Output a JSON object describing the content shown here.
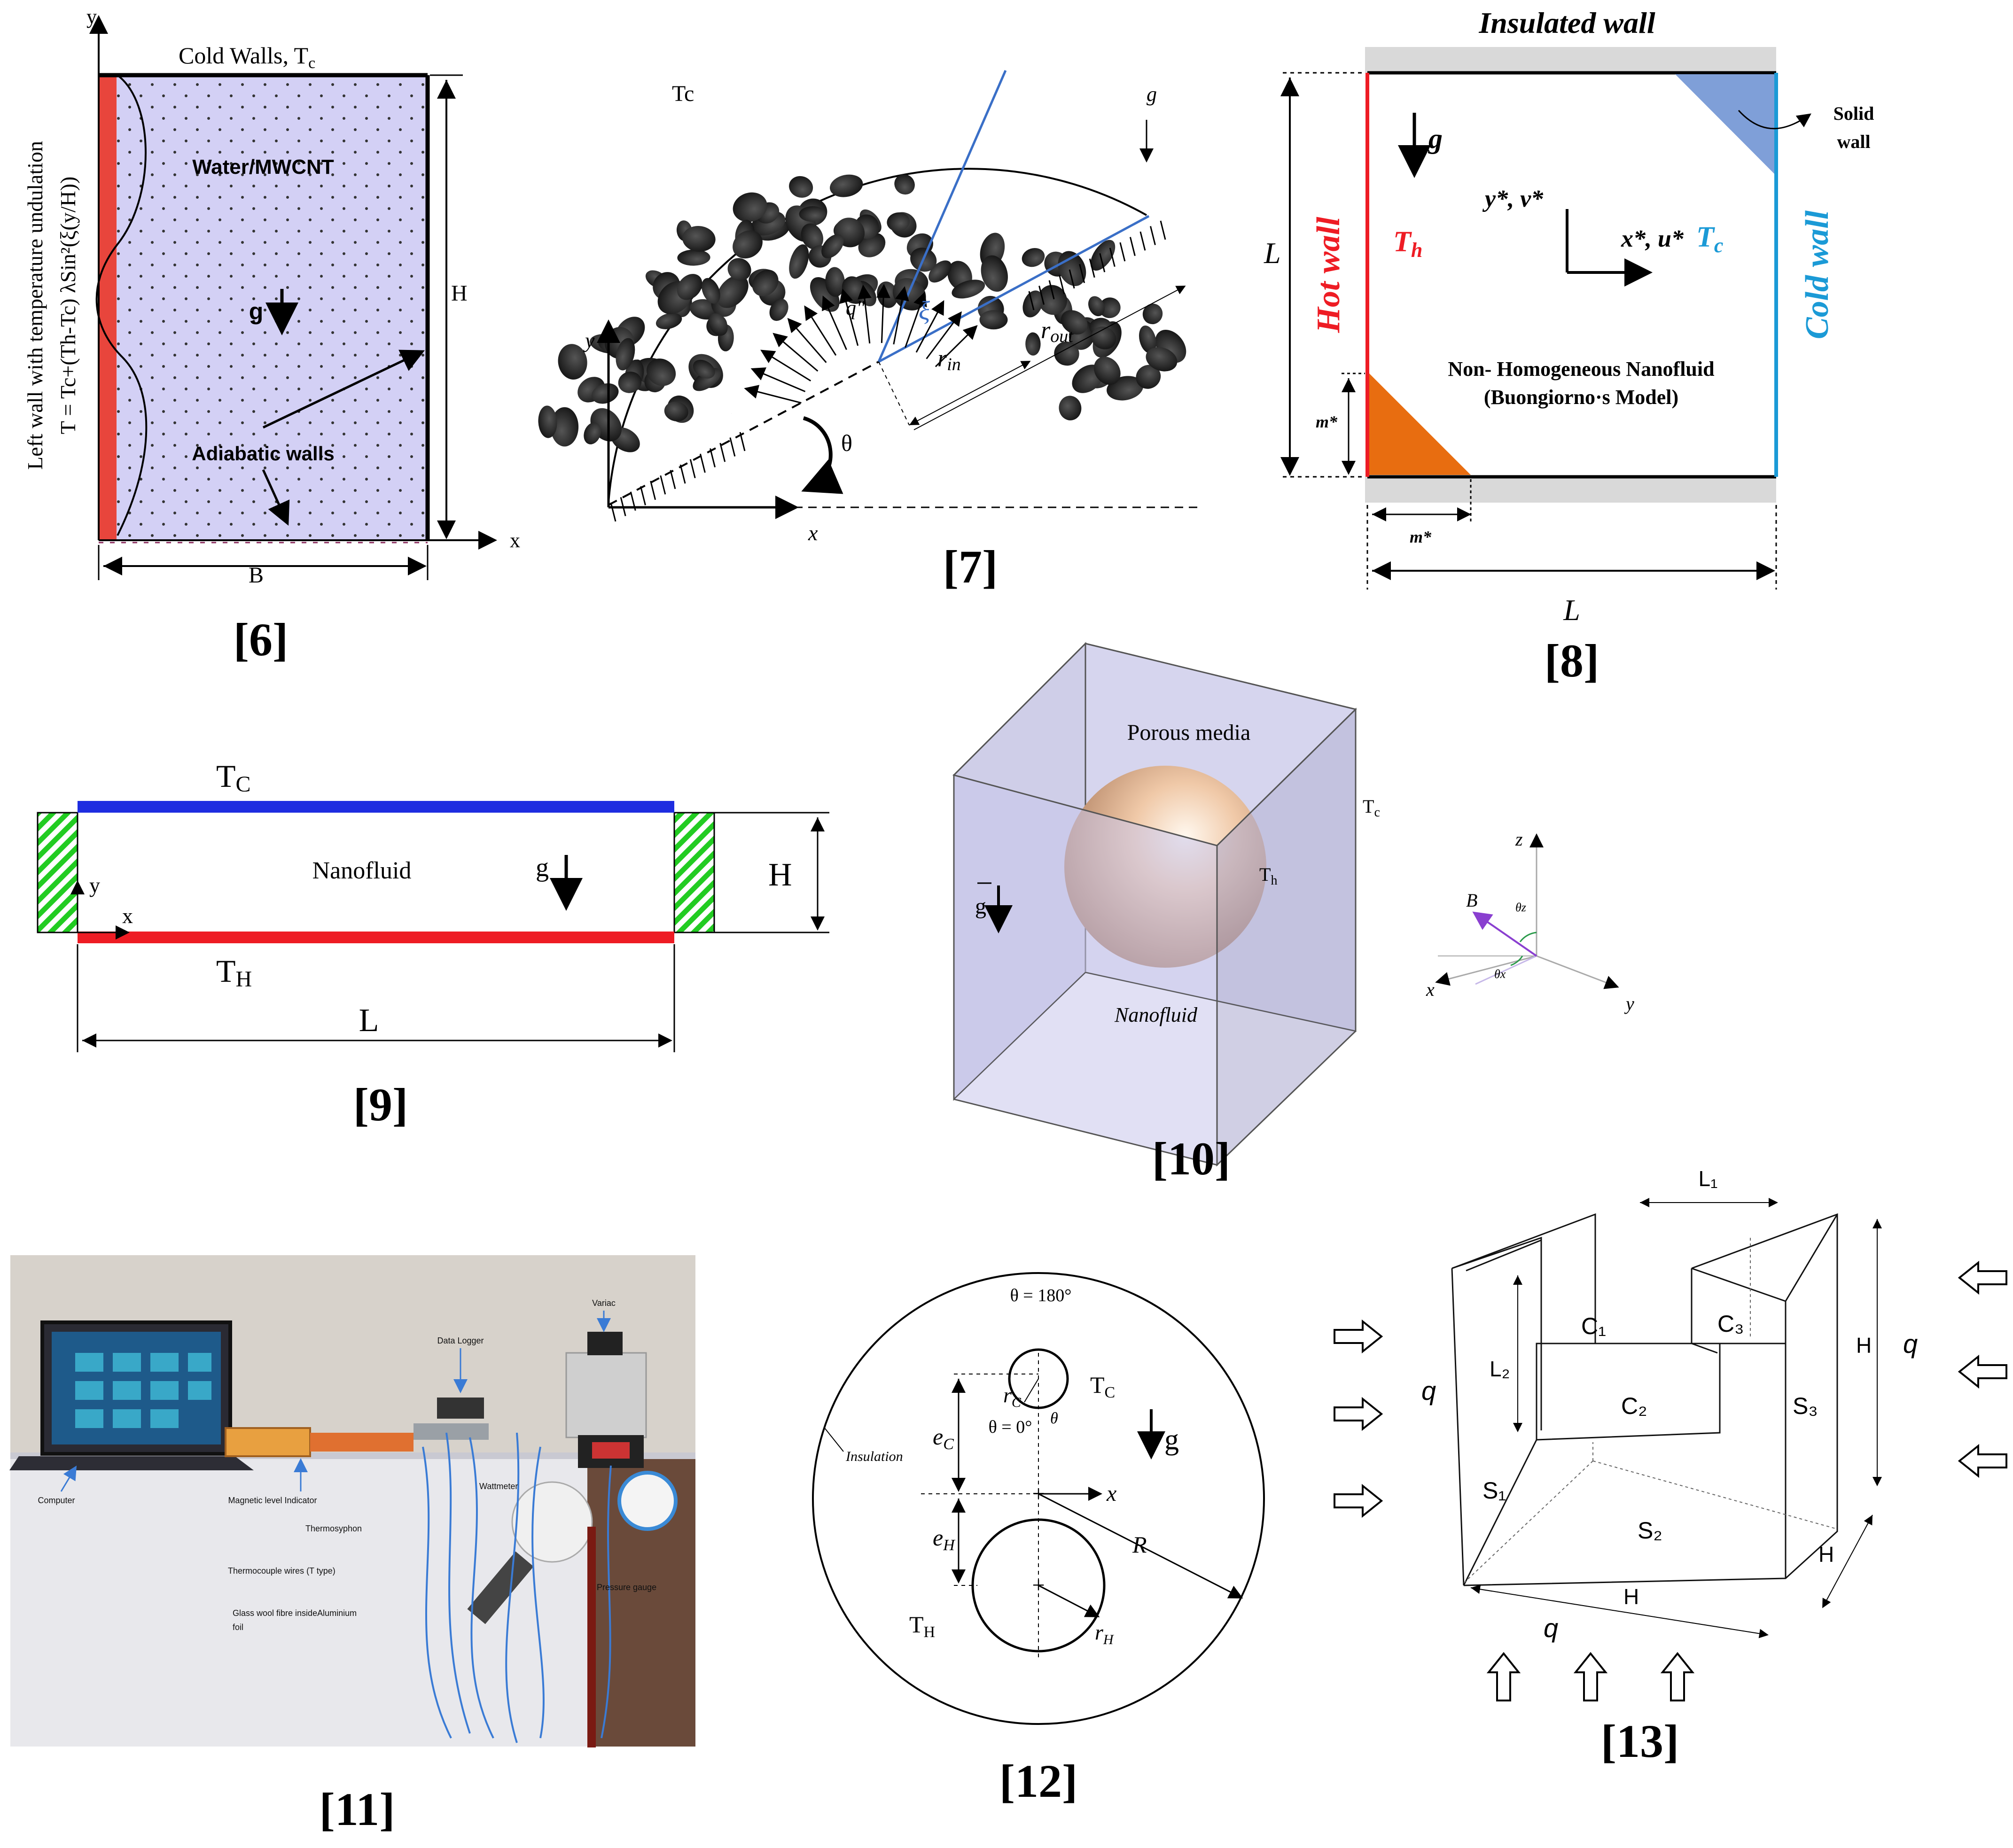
{
  "colors": {
    "hot": "#ee1c24",
    "cold": "#1b9ad6",
    "cold_blue": "#1e2de0",
    "cavity_fill": "#d3d0f5",
    "cube_fill": "#d6d5ee",
    "hatch_green": "#22cc22",
    "orange": "#e86d10",
    "solid_blue": "#7f9fd8"
  },
  "panel6": {
    "caption": "[6]",
    "top_label": "Cold Walls, T",
    "top_label_sub": "c",
    "fluid": "Water/MWCNT",
    "adiabatic": "Adiabatic walls",
    "gravity": "g",
    "height": "H",
    "width": "B",
    "axis_x": "x",
    "axis_y": "y",
    "side_line1": "Left wall with temperature undulation",
    "side_line2": "T = Tc+(Th-Tc) λSin²(ξ(y/H))"
  },
  "panel7": {
    "caption": "[7]",
    "tc": "Tc",
    "g": "g",
    "q": "q\"",
    "xi": "ξ",
    "rin": "r",
    "rin_sub": "in",
    "rout": "r",
    "rout_sub": "out",
    "theta": "θ",
    "axis_x": "x",
    "axis_y": "y"
  },
  "panel8": {
    "caption": "[8]",
    "top": "Insulated wall",
    "hot_wall": "Hot wall",
    "cold_wall": "Cold wall",
    "th": "T",
    "th_sub": "h",
    "tc": "T",
    "tc_sub": "c",
    "g": "g",
    "yv": "y*, v*",
    "xu": "x*, u*",
    "solid_wall_1": "Solid",
    "solid_wall_2": "wall",
    "fluid_1": "Non- Homogeneous Nanofluid",
    "fluid_2": "(Buongiorno·s Model)",
    "m_left": "m*",
    "m_bottom": "m*",
    "L_left": "L",
    "L_bottom": "L"
  },
  "panel9": {
    "caption": "[9]",
    "tc": "T",
    "tc_sub": "C",
    "th": "T",
    "th_sub": "H",
    "fluid": "Nanofluid",
    "g": "g",
    "H": "H",
    "L": "L",
    "axis_x": "x",
    "axis_y": "y"
  },
  "panel10": {
    "caption": "[10]",
    "porous": "Porous media",
    "nanofluid": "Nanofluid",
    "tc": "T",
    "tc_sub": "c",
    "th": "T",
    "th_sub": "h",
    "g": "g",
    "B": "B",
    "z": "z",
    "x": "x",
    "y": "y",
    "theta_z": "θz",
    "theta_x": "θx"
  },
  "panel11": {
    "caption": "[11]",
    "labels": [
      "Data Logger",
      "Variac",
      "Computer",
      "Magnetic level Indicator",
      "Wattmeter",
      "Thermosyphon",
      "Thermocouple wires (T type)",
      "Glass wool fibre insideAluminium",
      "foil",
      "Pressure gauge"
    ]
  },
  "panel12": {
    "caption": "[12]",
    "theta_top": "θ = 180°",
    "theta_bot": "θ = 0°",
    "theta": "θ",
    "tc": "T",
    "tc_sub": "C",
    "th": "T",
    "th_sub": "H",
    "rc": "r",
    "rc_sub": "C",
    "rh": "r",
    "rh_sub": "H",
    "ec": "e",
    "ec_sub": "C",
    "eh": "e",
    "eh_sub": "H",
    "g": "g",
    "x": "x",
    "R": "R",
    "insulation": "Insulation"
  },
  "panel13": {
    "caption": "[13]",
    "L1": "L₁",
    "L2": "L₂",
    "C1": "C₁",
    "C2": "C₂",
    "C3": "C₃",
    "S1": "S₁",
    "S2": "S₂",
    "S3": "S₃",
    "H_right": "H",
    "H_bottom": "H",
    "H_depth": "H",
    "q_left": "q",
    "q_right": "q",
    "q_bottom": "q"
  }
}
